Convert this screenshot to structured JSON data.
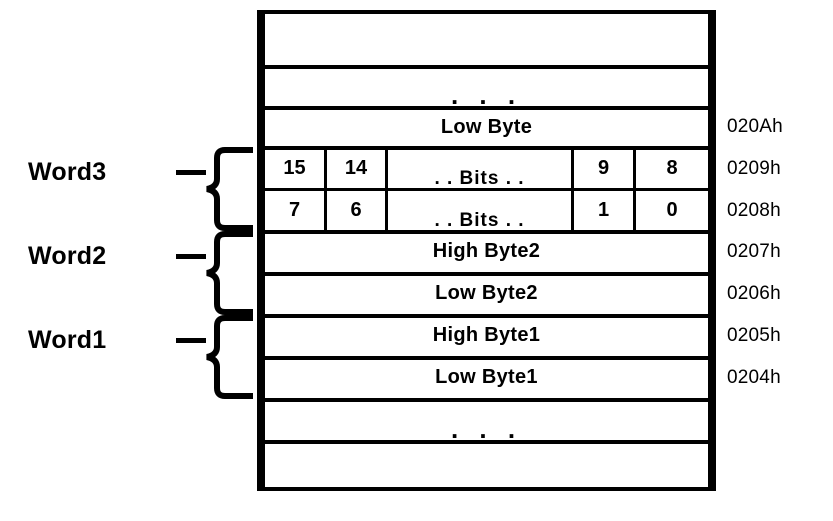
{
  "diagram": {
    "title": "Memory word / byte layout with bit numbering",
    "background_color": "#ffffff",
    "line_color": "#000000",
    "memory_column": {
      "rows": [
        {
          "id": "row-top-blank",
          "label": "",
          "address": "",
          "kind": "blank"
        },
        {
          "id": "row-ellipsis-top",
          "label": ". . .",
          "address": "",
          "kind": "ellipsis"
        },
        {
          "id": "row-low-byte",
          "label": "Low Byte",
          "address": "020Ah",
          "kind": "byte"
        },
        {
          "id": "row-bits-high",
          "label": "",
          "address": "0209h",
          "kind": "bits"
        },
        {
          "id": "row-bits-low",
          "label": "",
          "address": "0208h",
          "kind": "bits"
        },
        {
          "id": "row-high-byte2",
          "label": "High Byte2",
          "address": "0207h",
          "kind": "byte"
        },
        {
          "id": "row-low-byte2",
          "label": "Low Byte2",
          "address": "0206h",
          "kind": "byte"
        },
        {
          "id": "row-high-byte1",
          "label": "High Byte1",
          "address": "0205h",
          "kind": "byte"
        },
        {
          "id": "row-low-byte1",
          "label": "Low Byte1",
          "address": "0204h",
          "kind": "byte"
        },
        {
          "id": "row-ellipsis-bot",
          "label": ". . .",
          "address": "",
          "kind": "ellipsis"
        },
        {
          "id": "row-bottom-blank",
          "label": "",
          "address": "",
          "kind": "blank"
        }
      ]
    },
    "bit_rows": {
      "high": {
        "address": "0209h",
        "cells": [
          "15",
          "14",
          ". . Bits . .",
          "9",
          "8"
        ]
      },
      "low": {
        "address": "0208h",
        "cells": [
          "7",
          "6",
          ". . Bits . .",
          "1",
          "0"
        ]
      }
    },
    "addresses": [
      "020Ah",
      "0209h",
      "0208h",
      "0207h",
      "0206h",
      "0205h",
      "0204h"
    ],
    "word_groups": [
      {
        "id": "word3",
        "label": "Word3",
        "rows": [
          "0209h",
          "0208h"
        ]
      },
      {
        "id": "word2",
        "label": "Word2",
        "rows": [
          "0207h",
          "0206h"
        ]
      },
      {
        "id": "word1",
        "label": "Word1",
        "rows": [
          "0205h",
          "0204h"
        ]
      }
    ],
    "ellipsis_text": ". . ."
  }
}
